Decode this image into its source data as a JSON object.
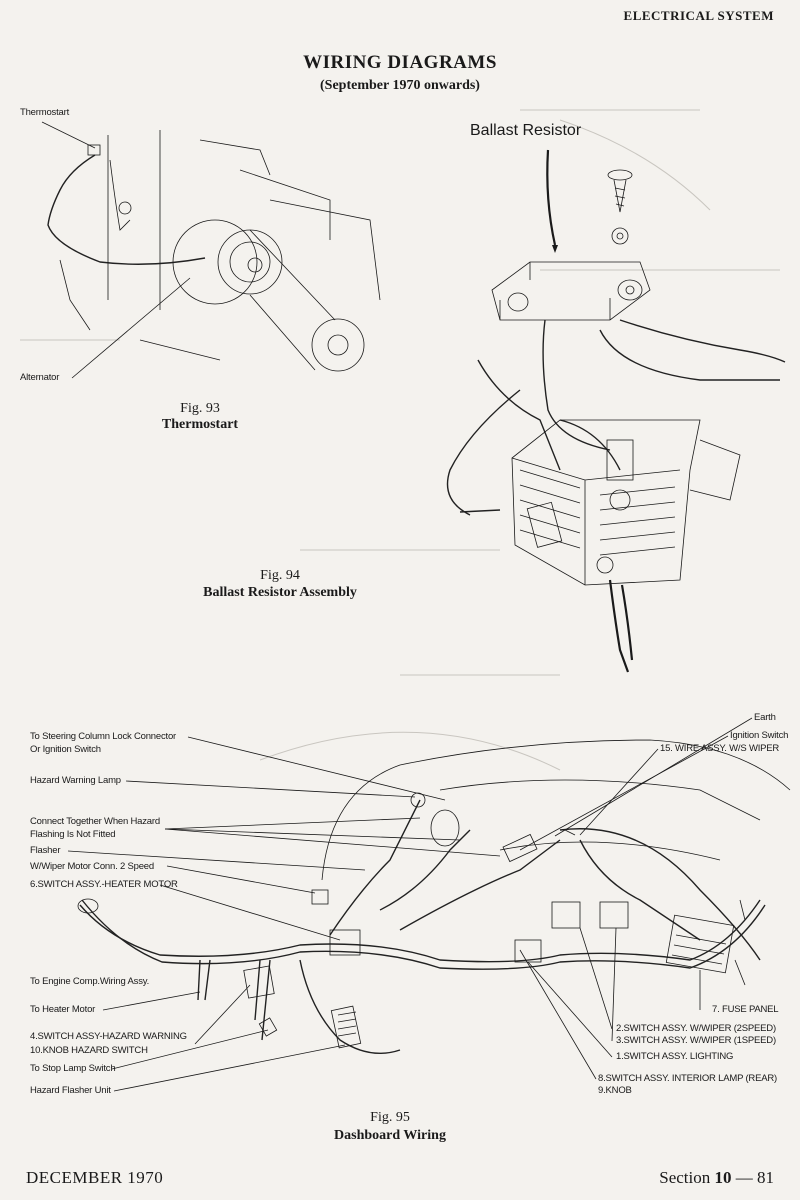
{
  "header": {
    "section_label": "ELECTRICAL SYSTEM"
  },
  "title": "WIRING DIAGRAMS",
  "subtitle": "(September 1970 onwards)",
  "fig93": {
    "number": "Fig. 93",
    "name": "Thermostart",
    "labels": {
      "thermostart": "Thermostart",
      "alternator": "Alternator"
    }
  },
  "fig94": {
    "number": "Fig. 94",
    "name": "Ballast Resistor Assembly",
    "labels": {
      "ballast_resistor": "Ballast Resistor"
    }
  },
  "fig95": {
    "number": "Fig. 95",
    "name": "Dashboard Wiring",
    "labels_left": [
      "To Steering Column Lock Connector",
      "Or Ignition Switch",
      "Hazard Warning Lamp",
      "Connect Together When Hazard",
      "Flashing Is Not Fitted",
      "Flasher",
      "W/Wiper Motor Conn. 2 Speed",
      "6.SWITCH ASSY.-HEATER MOTOR",
      "To Engine Comp.Wiring Assy.",
      "To Heater Motor",
      "4.SWITCH ASSY-HAZARD WARNING",
      "10.KNOB HAZARD SWITCH",
      "To Stop Lamp Switch",
      "Hazard Flasher Unit"
    ],
    "labels_right": [
      "Earth",
      "Ignition Switch",
      "15. WIRE ASSY. W/S WIPER",
      "7. FUSE PANEL",
      "2.SWITCH ASSY. W/WIPER (2SPEED)",
      "3.SWITCH ASSY. W/WIPER (1SPEED)",
      "1.SWITCH ASSY. LIGHTING",
      "8.SWITCH ASSY. INTERIOR LAMP (REAR)",
      "9.KNOB"
    ]
  },
  "footer": {
    "date": "DECEMBER 1970",
    "section_prefix": "Section",
    "section_number": "10",
    "page_sep": "—",
    "page_number": "81"
  }
}
